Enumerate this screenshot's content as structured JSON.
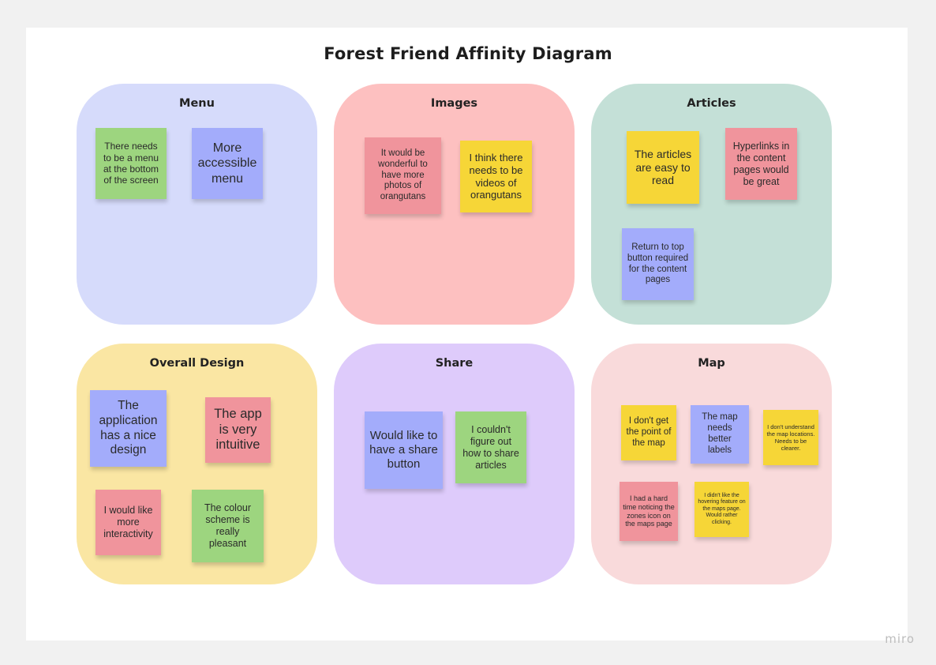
{
  "title": "Forest Friend Affinity Diagram",
  "colors": {
    "menu_bg": "#d6dbfb",
    "images_bg": "#fdc0c0",
    "articles_bg": "#c4e0d7",
    "overall_bg": "#fae6a3",
    "share_bg": "#decbfb",
    "map_bg": "#f9dadb",
    "note_green": "#9dd57f",
    "note_blue": "#a3acfb",
    "note_pink": "#f0949c",
    "note_yellow": "#f6d637"
  },
  "clusters": {
    "menu": {
      "title": "Menu",
      "notes": [
        "There needs to be a menu at the bottom of the screen",
        "More accessible menu"
      ]
    },
    "images": {
      "title": "Images",
      "notes": [
        "It would be wonderful to have more photos of orangutans",
        "I think there needs to be videos of orangutans"
      ]
    },
    "articles": {
      "title": "Articles",
      "notes": [
        "The articles are easy to read",
        "Hyperlinks in the content pages would be great",
        "Return to top button required for the content pages"
      ]
    },
    "overall": {
      "title": "Overall Design",
      "notes": [
        "The application has a nice design",
        "The app is very intuitive",
        "I would like more interactivity",
        "The colour scheme is really pleasant"
      ]
    },
    "share": {
      "title": "Share",
      "notes": [
        "Would like to have a share button",
        "I couldn't figure out how to share articles"
      ]
    },
    "map": {
      "title": "Map",
      "notes": [
        "I don't get the point of the map",
        "The map needs better labels",
        "I don't understand the map locations. Needs to be clearer.",
        "I had a hard time noticing the zones icon on the maps page",
        "I didn't like the hovering feature on the maps page. Would rather clicking."
      ]
    }
  },
  "brand": "miro"
}
